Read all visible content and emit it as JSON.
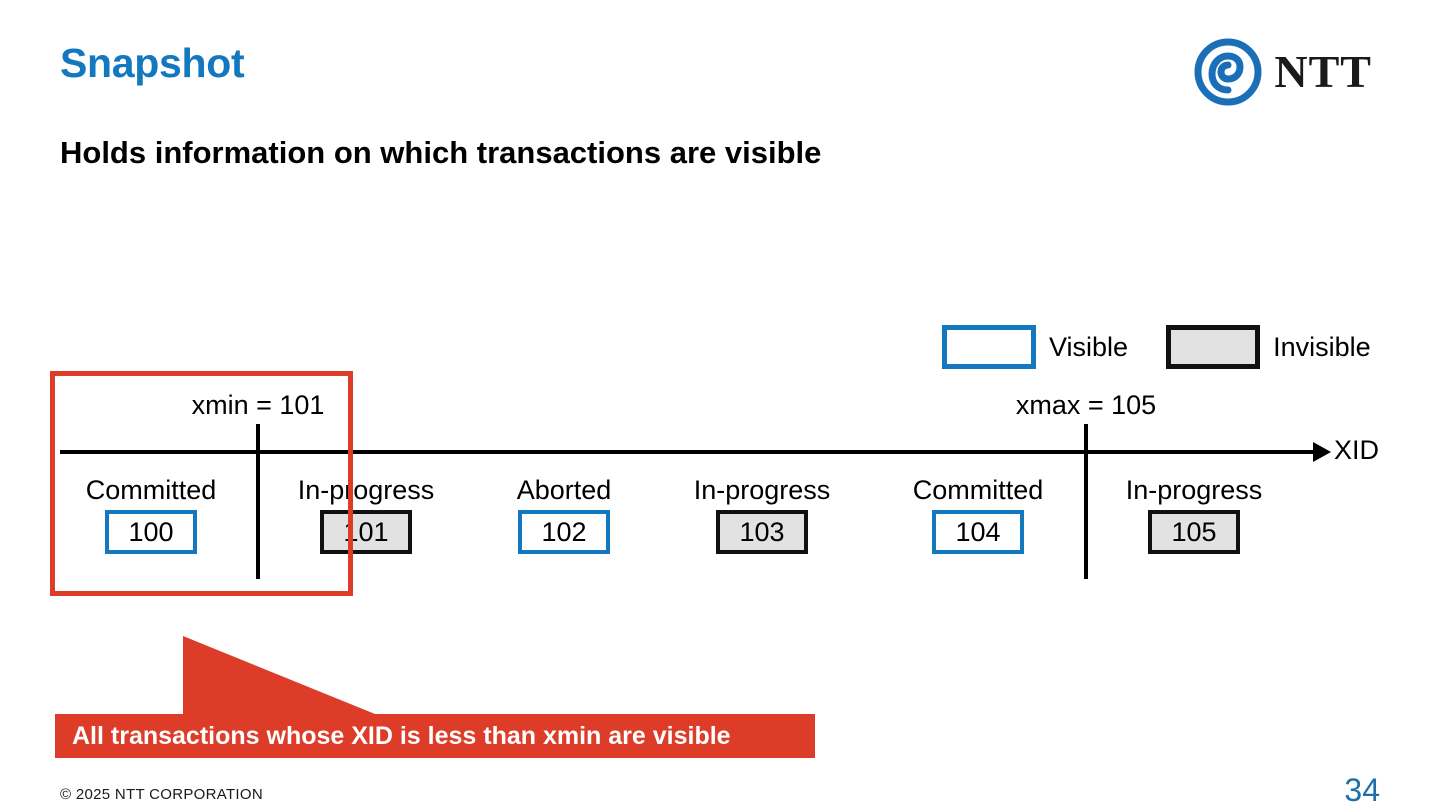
{
  "slide": {
    "title": "Snapshot",
    "subtitle": "Holds information on which transactions are visible",
    "title_color": "#1478be",
    "accent_red": "#dc3c28",
    "accent_blue": "#1478be"
  },
  "logo": {
    "wordmark": "NTT",
    "mark_color": "#1a6fb8"
  },
  "legend": {
    "visible": {
      "label": "Visible",
      "border_color": "#1478be",
      "fill_color": "#ffffff"
    },
    "invisible": {
      "label": "Invisible",
      "border_color": "#111111",
      "fill_color": "#e2e2e2"
    }
  },
  "diagram": {
    "axis_label": "XID",
    "markers": [
      {
        "name": "xmin",
        "label": "xmin = 101",
        "value": 101
      },
      {
        "name": "xmax",
        "label": "xmax = 105",
        "value": 105
      }
    ],
    "transactions": [
      {
        "state": "Committed",
        "xid": "100",
        "visibility": "visible"
      },
      {
        "state": "In-progress",
        "xid": "101",
        "visibility": "invisible"
      },
      {
        "state": "Aborted",
        "xid": "102",
        "visibility": "visible"
      },
      {
        "state": "In-progress",
        "xid": "103",
        "visibility": "invisible"
      },
      {
        "state": "Committed",
        "xid": "104",
        "visibility": "visible"
      },
      {
        "state": "In-progress",
        "xid": "105",
        "visibility": "invisible"
      }
    ]
  },
  "callout": {
    "text": "All transactions whose XID is less than xmin are visible",
    "background": "#dc3c28",
    "text_color": "#ffffff"
  },
  "footer": {
    "copyright": "© 2025 NTT CORPORATION",
    "page_number": "34"
  }
}
